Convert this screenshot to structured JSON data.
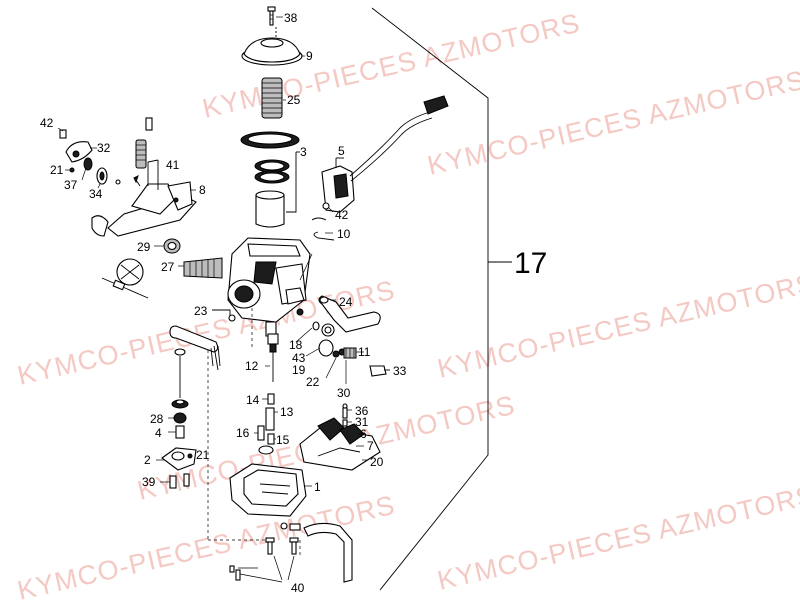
{
  "diagram": {
    "watermark_text": "KYMCO-PIECES AZMOTORS",
    "assembly_label": "17",
    "callouts": {
      "p38": "38",
      "p9": "9",
      "p25": "25",
      "p3": "3",
      "p5": "5",
      "p42a": "42",
      "p32": "32",
      "p21a": "21",
      "p37": "37",
      "p34": "34",
      "p41": "41",
      "p8": "8",
      "p42b": "42",
      "p10": "10",
      "p29": "29",
      "p27": "27",
      "p24": "24",
      "p23": "23",
      "p18": "18",
      "p43": "43",
      "p19": "19",
      "p22": "22",
      "p11": "11",
      "p33": "33",
      "p30": "30",
      "p12": "12",
      "p14": "14",
      "p13": "13",
      "p16": "16",
      "p15": "15",
      "p28": "28",
      "p4": "4",
      "p2": "2",
      "p21b": "21",
      "p39": "39",
      "p36": "36",
      "p31": "31",
      "p6": "6",
      "p7": "7",
      "p20": "20",
      "p1": "1",
      "p40": "40"
    }
  }
}
